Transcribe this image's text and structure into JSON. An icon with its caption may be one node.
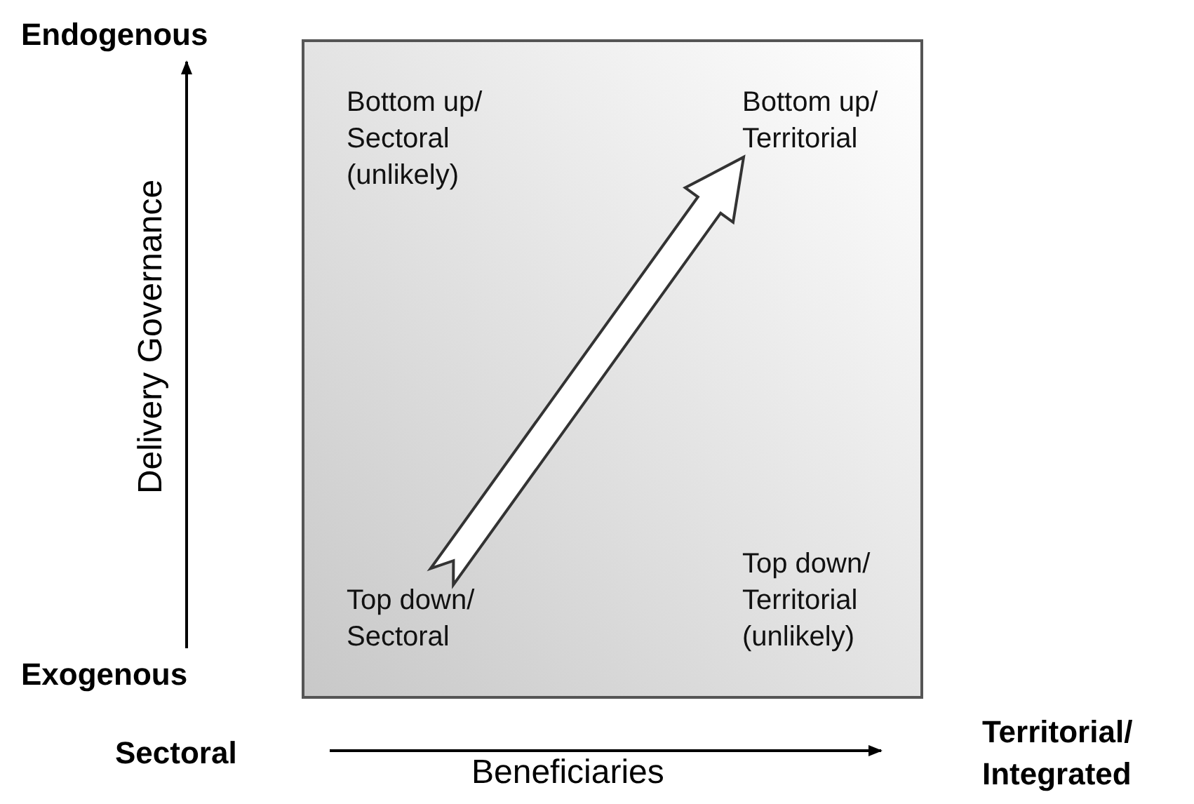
{
  "diagram": {
    "nodes": [
      {
        "text": [],
        "shape": "box"
      },
      {
        "text": [
          "Bottom up/ Sectoral (unlikely)"
        ],
        "in": 0
      },
      {
        "text": [
          "Bottom up/ Territorial"
        ],
        "in": 0
      },
      {
        "text": [
          "Top down/ Sectoral"
        ],
        "in": 0
      },
      {
        "text": [
          "Top down/ Territorial (unlikely)"
        ],
        "in": 0
      }
    ],
    "edges": [
      {
        "from": 3,
        "to": 2,
        "arrow": "to"
      }
    ],
    "labels": [
      "Endogenous",
      "Delivery Governance",
      "Exogenous",
      "Sectoral",
      "Beneficiaries",
      "Territorial/ Integrated"
    ]
  }
}
